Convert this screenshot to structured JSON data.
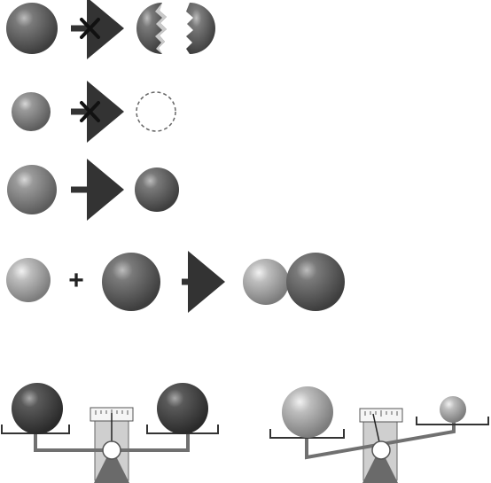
{
  "diagram": {
    "rows": [
      {
        "id": "row-1",
        "kind": "no-splitting",
        "left_atom": "dark",
        "arrow": "crossed",
        "right_result": "split-halves"
      },
      {
        "id": "row-2",
        "kind": "no-vanishing",
        "left_atom": "light",
        "arrow": "crossed",
        "right_result": "empty-dashed-circle"
      },
      {
        "id": "row-3",
        "kind": "no-transmutation",
        "left_atom": "medium",
        "arrow": "plain",
        "right_result": "dark-atom"
      },
      {
        "id": "row-4",
        "kind": "combination",
        "operator": "+",
        "left_atoms": [
          "light",
          "dark"
        ],
        "arrow": "plain",
        "right_result": "pair-joined"
      }
    ],
    "balances": [
      {
        "id": "balance-left",
        "left_atom": "dark",
        "right_atom": "dark",
        "beam_state": "level"
      },
      {
        "id": "balance-right",
        "left_atom": "light-large",
        "right_atom": "light-small",
        "beam_state": "tilted-left-down"
      }
    ],
    "colors": {
      "dark_atom": "#5e5e5e",
      "light_atom": "#b4b4b4",
      "medium_atom": "#8a8a8a",
      "arrow": "#333333",
      "cross": "#111111",
      "scale_frame": "#777777",
      "scale_base": "#6a6a6a"
    },
    "icons": [
      "cross-mark-icon",
      "right-arrow-icon",
      "plus-icon",
      "balance-scale-icon"
    ]
  }
}
